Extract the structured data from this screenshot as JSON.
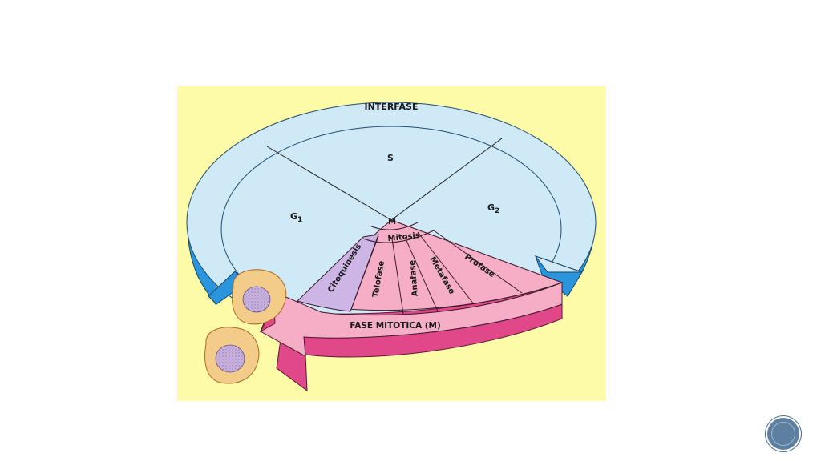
{
  "diagram": {
    "labels": {
      "interfase": "INTERFASE",
      "s": "S",
      "g1_main": "G",
      "g1_sub": "1",
      "g2_main": "G",
      "g2_sub": "2",
      "m": "M",
      "mitosis": "Mitosis",
      "citoquinesis": "Citoquinesis",
      "telofase": "Telofase",
      "anafase": "Anafase",
      "metafase": "Metafase",
      "profase": "Profase",
      "fase_mitotica": "FASE MITOTICA (M)"
    },
    "colors": {
      "panel_background": "#fdfaa8",
      "interphase_top": "#cfe9f7",
      "interphase_side": "#2a95dc",
      "mitotic_pink": "#f6aec6",
      "mitotic_dark": "#e0488a",
      "cytokinesis": "#cdb6e6",
      "cell_body": "#f3cc8a",
      "cell_nucleus": "#c9b4dd"
    }
  }
}
